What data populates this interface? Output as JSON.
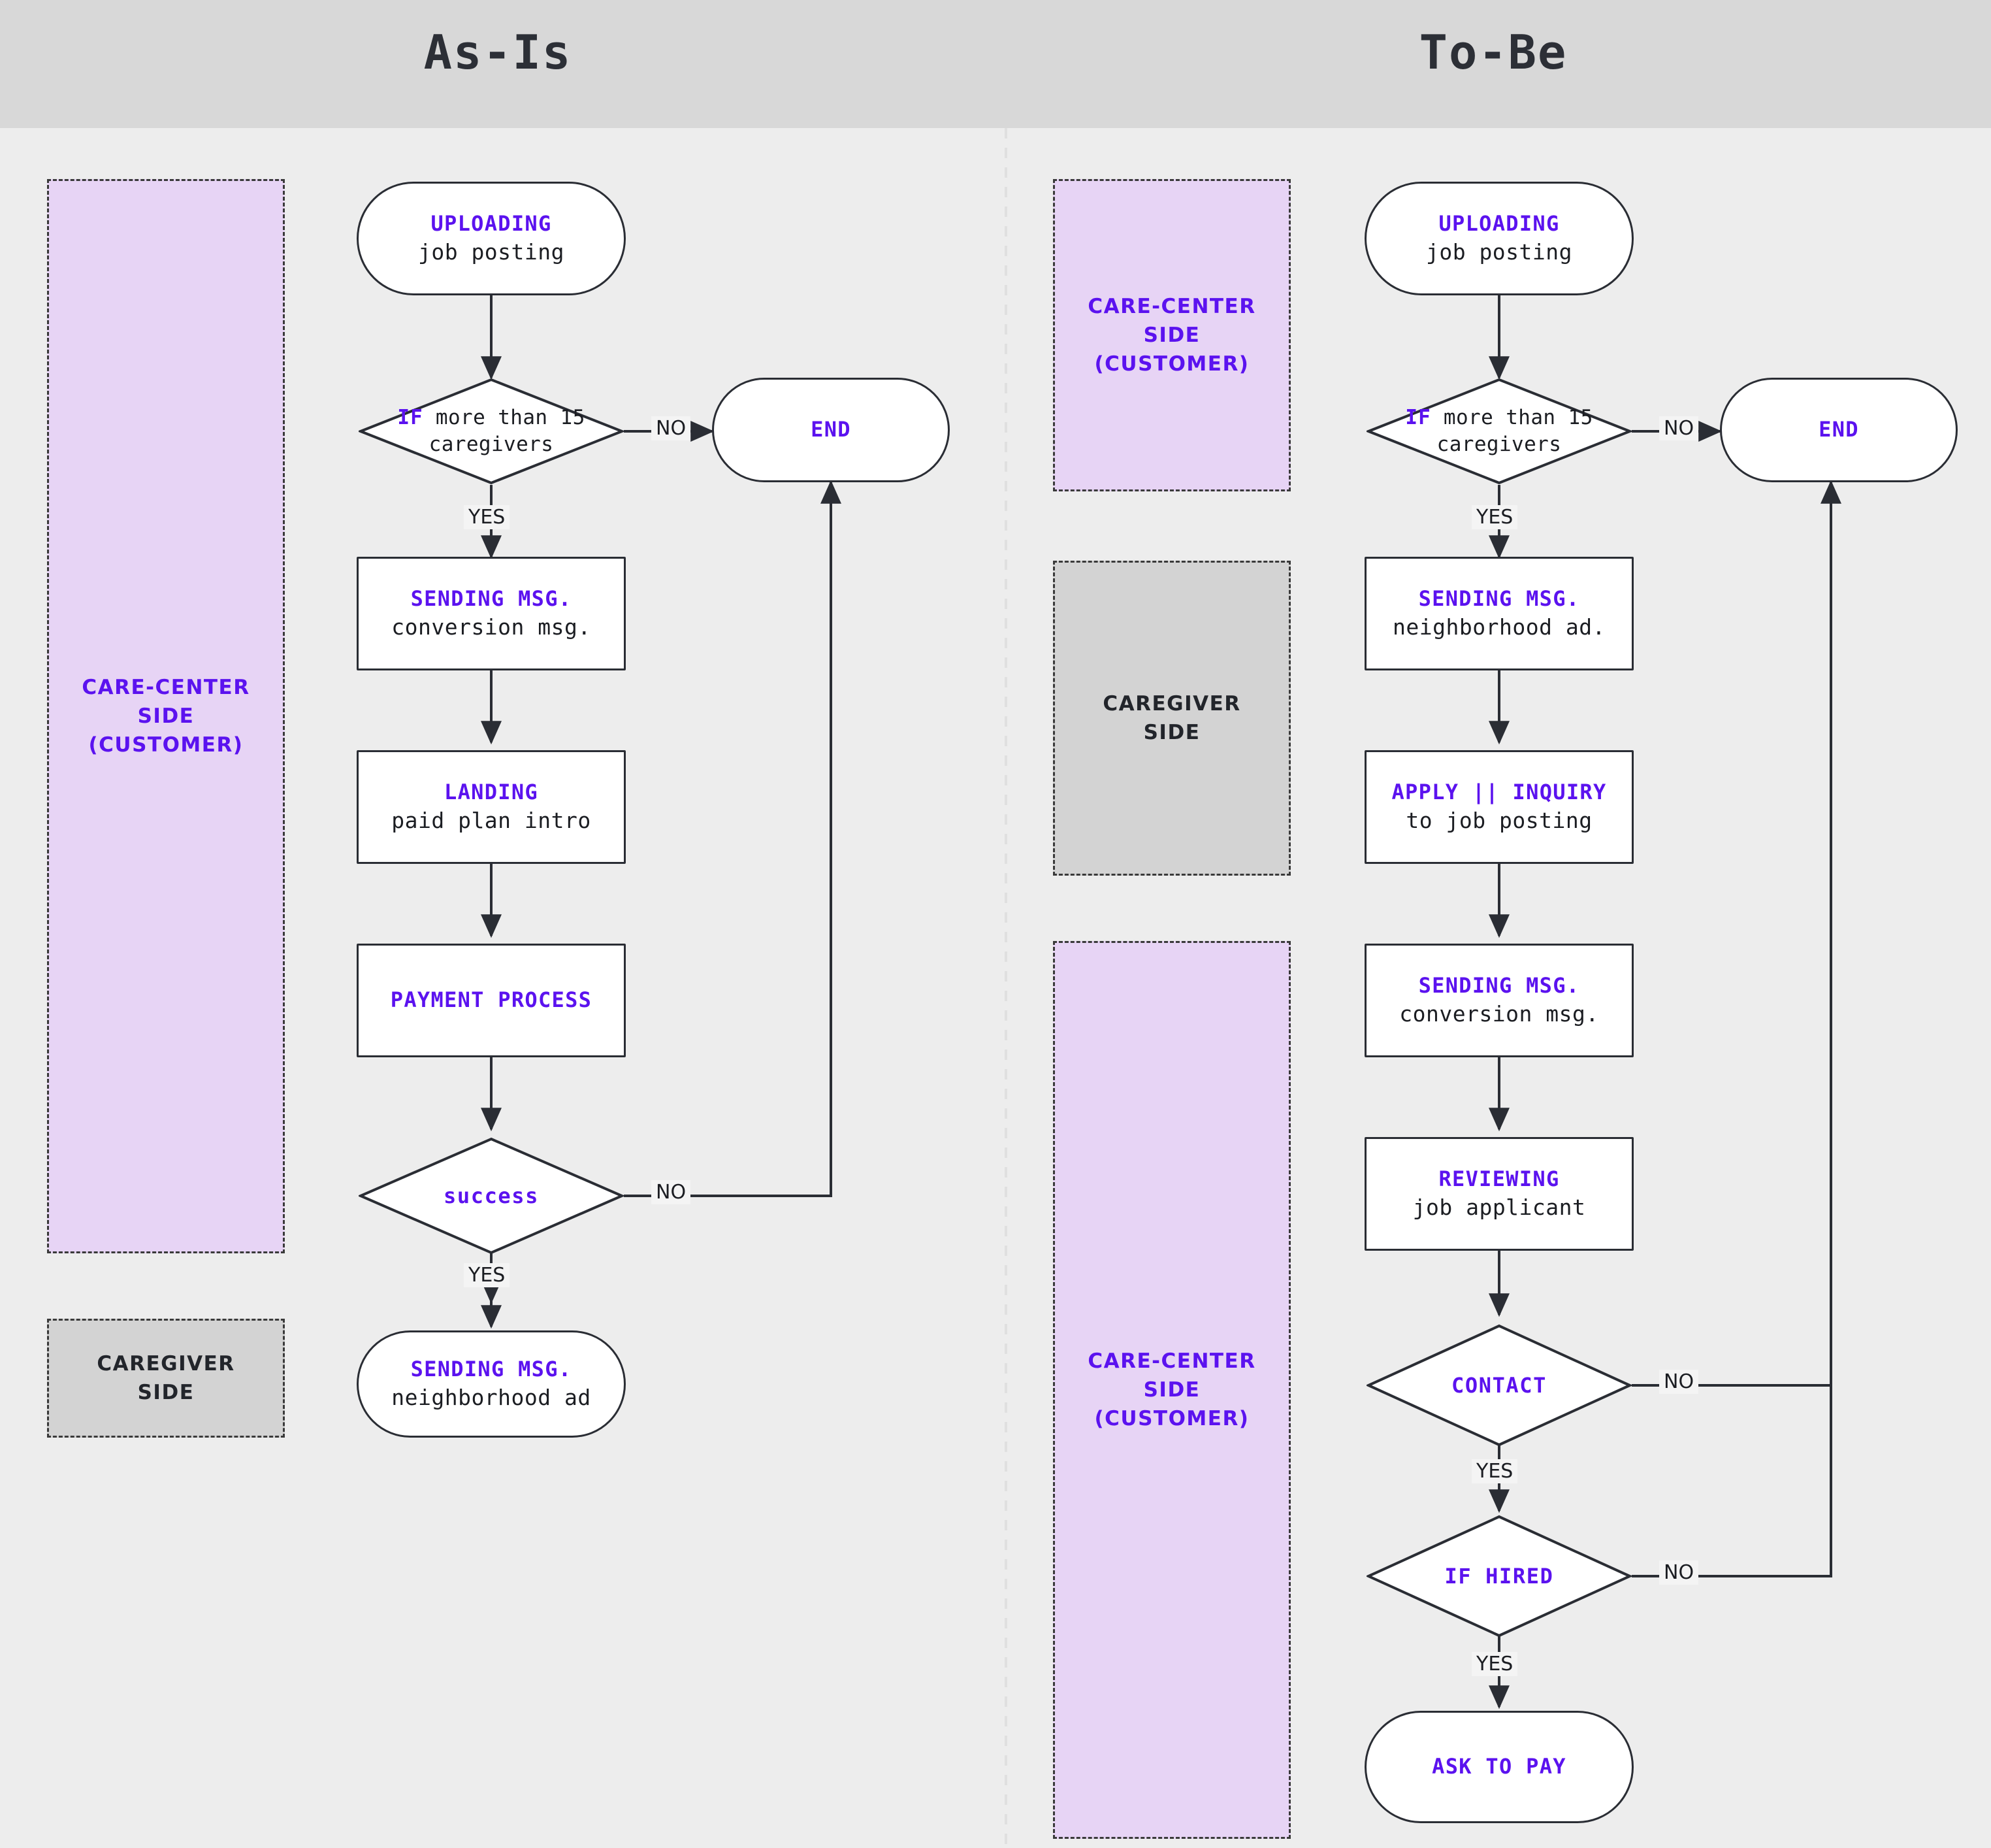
{
  "headers": {
    "left": "As-Is",
    "right": "To-Be"
  },
  "colors": {
    "accent_purple": "#5b12ef",
    "lane_purple_bg": "#e7d4f5",
    "lane_gray_bg": "#d3d3d3",
    "page_bg": "#ededed",
    "header_bg": "#d8d8d8",
    "stroke": "#2a2d34",
    "node_bg": "#ffffff"
  },
  "as_is": {
    "lanes": [
      {
        "id": "care-center",
        "label": "CARE-CENTER\nSIDE\n(CUSTOMER)",
        "style": "purple"
      },
      {
        "id": "caregiver",
        "label": "CAREGIVER\nSIDE",
        "style": "gray"
      }
    ],
    "nodes": [
      {
        "id": "uploading",
        "shape": "terminal",
        "kw": "UPLOADING",
        "sub": "job posting"
      },
      {
        "id": "if15",
        "shape": "decision",
        "kw": "IF",
        "sub": "more than 15",
        "line2": "caregivers"
      },
      {
        "id": "end",
        "shape": "terminal",
        "kw": "END",
        "sub": ""
      },
      {
        "id": "send-conv",
        "shape": "process",
        "kw": "SENDING MSG.",
        "sub": "conversion msg."
      },
      {
        "id": "landing",
        "shape": "process",
        "kw": "LANDING",
        "sub": "paid plan intro"
      },
      {
        "id": "payment",
        "shape": "process",
        "kw": "PAYMENT PROCESS",
        "sub": ""
      },
      {
        "id": "success",
        "shape": "decision",
        "kw": "success",
        "sub": ""
      },
      {
        "id": "send-nbhd",
        "shape": "terminal",
        "kw": "SENDING MSG.",
        "sub": "neighborhood ad"
      }
    ],
    "edges": [
      {
        "from": "uploading",
        "to": "if15",
        "label": ""
      },
      {
        "from": "if15",
        "to": "end",
        "label": "NO"
      },
      {
        "from": "if15",
        "to": "send-conv",
        "label": "YES"
      },
      {
        "from": "send-conv",
        "to": "landing",
        "label": ""
      },
      {
        "from": "landing",
        "to": "payment",
        "label": ""
      },
      {
        "from": "payment",
        "to": "success",
        "label": ""
      },
      {
        "from": "success",
        "to": "end",
        "label": "NO"
      },
      {
        "from": "success",
        "to": "send-nbhd",
        "label": "YES"
      }
    ]
  },
  "to_be": {
    "lanes": [
      {
        "id": "care-center-top",
        "label": "CARE-CENTER\nSIDE\n(CUSTOMER)",
        "style": "purple"
      },
      {
        "id": "caregiver",
        "label": "CAREGIVER\nSIDE",
        "style": "gray"
      },
      {
        "id": "care-center-bot",
        "label": "CARE-CENTER\nSIDE\n(CUSTOMER)",
        "style": "purple"
      }
    ],
    "nodes": [
      {
        "id": "uploading",
        "shape": "terminal",
        "kw": "UPLOADING",
        "sub": "job posting"
      },
      {
        "id": "if15",
        "shape": "decision",
        "kw": "IF",
        "sub": "more than 15",
        "line2": "caregivers"
      },
      {
        "id": "end",
        "shape": "terminal",
        "kw": "END",
        "sub": ""
      },
      {
        "id": "send-nbhd",
        "shape": "process",
        "kw": "SENDING MSG.",
        "sub": "neighborhood ad."
      },
      {
        "id": "apply",
        "shape": "process",
        "kw": "APPLY || INQUIRY",
        "sub": "to job posting"
      },
      {
        "id": "send-conv",
        "shape": "process",
        "kw": "SENDING MSG.",
        "sub": "conversion msg."
      },
      {
        "id": "reviewing",
        "shape": "process",
        "kw": "REVIEWING",
        "sub": "job applicant"
      },
      {
        "id": "contact",
        "shape": "decision",
        "kw": "CONTACT",
        "sub": ""
      },
      {
        "id": "if-hired",
        "shape": "decision",
        "kw": "IF HIRED",
        "sub": ""
      },
      {
        "id": "ask-to-pay",
        "shape": "terminal",
        "kw": "ASK TO PAY",
        "sub": ""
      }
    ],
    "edges": [
      {
        "from": "uploading",
        "to": "if15",
        "label": ""
      },
      {
        "from": "if15",
        "to": "end",
        "label": "NO"
      },
      {
        "from": "if15",
        "to": "send-nbhd",
        "label": "YES"
      },
      {
        "from": "send-nbhd",
        "to": "apply",
        "label": ""
      },
      {
        "from": "apply",
        "to": "send-conv",
        "label": ""
      },
      {
        "from": "send-conv",
        "to": "reviewing",
        "label": ""
      },
      {
        "from": "reviewing",
        "to": "contact",
        "label": ""
      },
      {
        "from": "contact",
        "to": "end",
        "label": "NO"
      },
      {
        "from": "contact",
        "to": "if-hired",
        "label": "YES"
      },
      {
        "from": "if-hired",
        "to": "end",
        "label": "NO"
      },
      {
        "from": "if-hired",
        "to": "ask-to-pay",
        "label": "YES"
      }
    ]
  },
  "edge_labels": {
    "yes": "YES",
    "no": "NO"
  }
}
